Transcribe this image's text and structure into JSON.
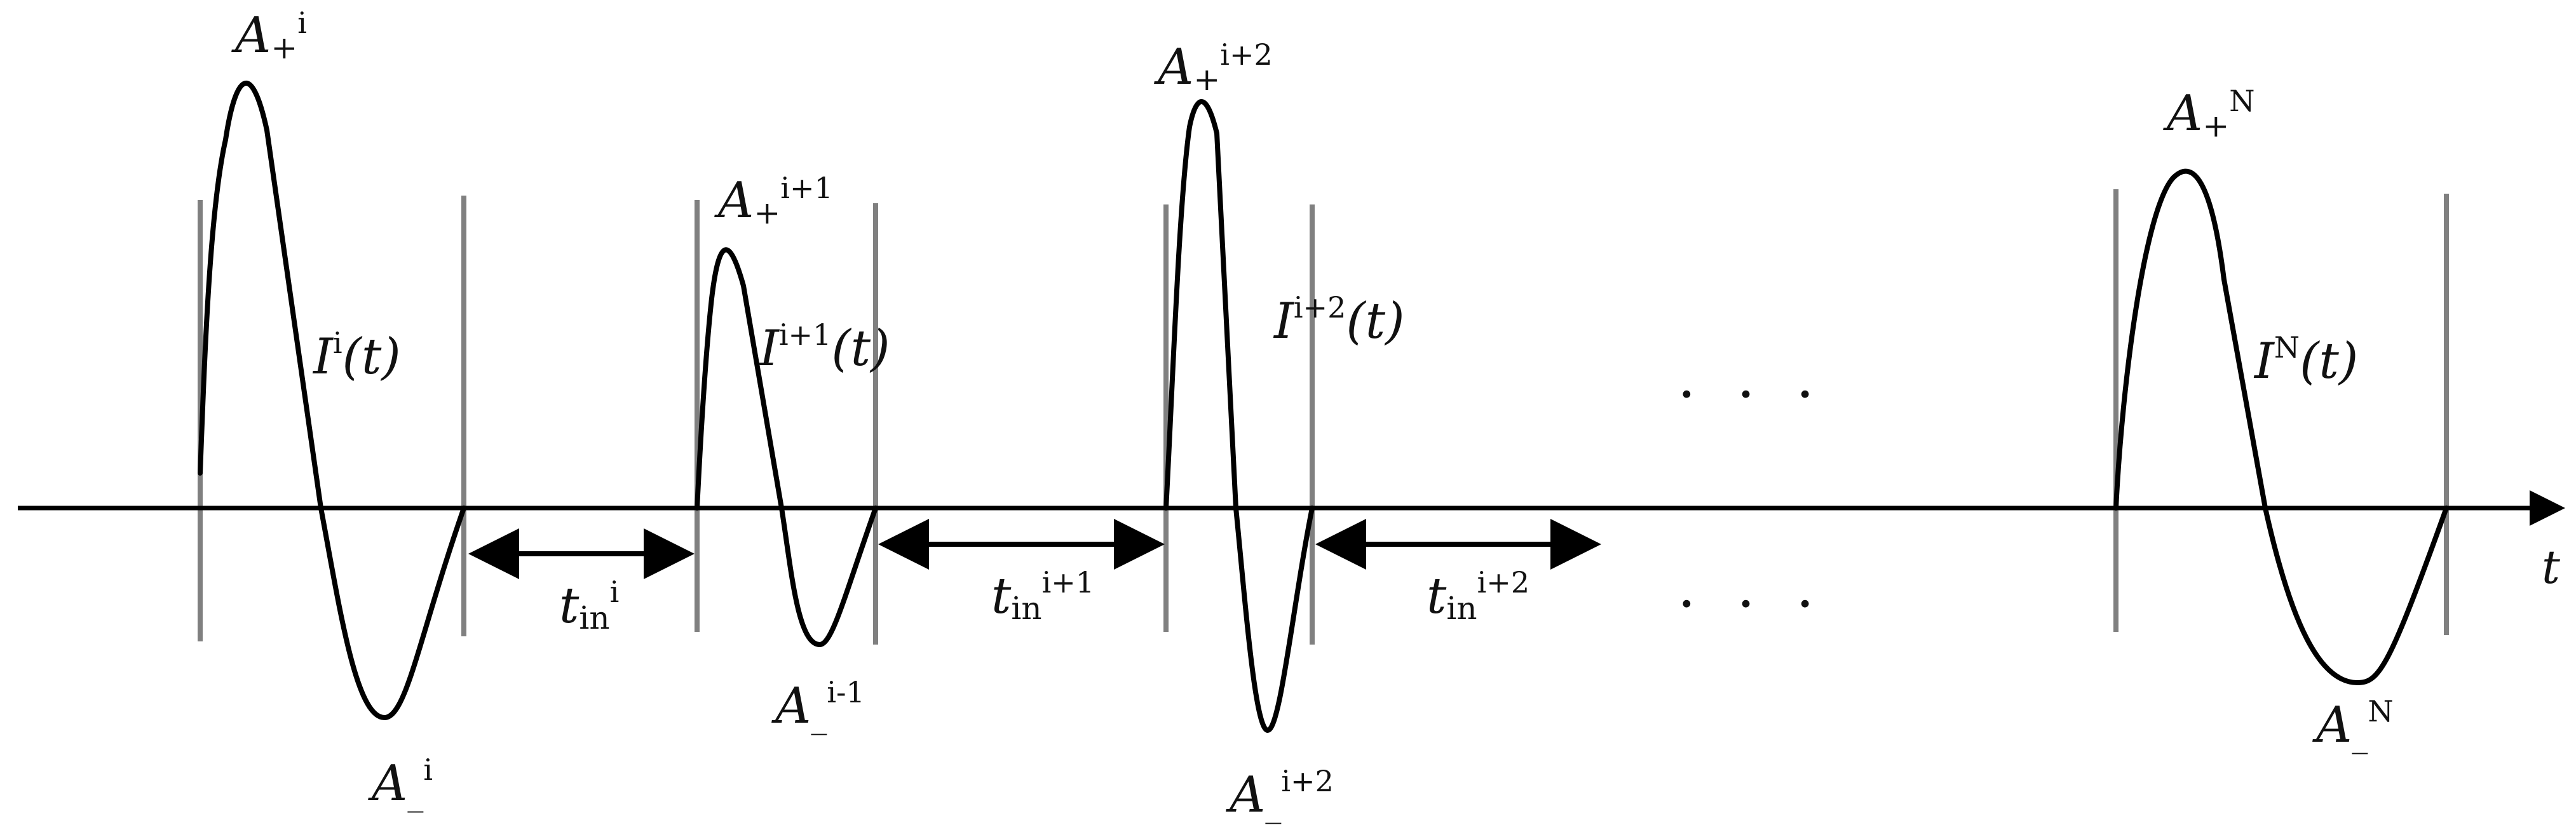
{
  "axis": {
    "t_label": "t"
  },
  "pulses": [
    {
      "current_base": "I",
      "current_sup": "i",
      "current_arg": "(t)",
      "amp_plus_base": "A",
      "amp_plus_sign": "+",
      "amp_plus_sup": "i",
      "amp_minus_base": "A",
      "amp_minus_sign": "_",
      "amp_minus_sup": "i"
    },
    {
      "current_base": "I",
      "current_sup": "i+1",
      "current_arg": "(t)",
      "amp_plus_base": "A",
      "amp_plus_sign": "+",
      "amp_plus_sup": "i+1",
      "amp_minus_base": "A",
      "amp_minus_sign": "_",
      "amp_minus_sup": "i-1"
    },
    {
      "current_base": "I",
      "current_sup": "i+2",
      "current_arg": "(t)",
      "amp_plus_base": "A",
      "amp_plus_sign": "+",
      "amp_plus_sup": "i+2",
      "amp_minus_base": "A",
      "amp_minus_sign": "_",
      "amp_minus_sup": "i+2"
    },
    {
      "current_base": "I",
      "current_sup": "N",
      "current_arg": "(t)",
      "amp_plus_base": "A",
      "amp_plus_sign": "+",
      "amp_plus_sup": "N",
      "amp_minus_base": "A",
      "amp_minus_sign": "_",
      "amp_minus_sup": "N"
    }
  ],
  "intervals": [
    {
      "base": "t",
      "sub": "in",
      "sup": "i"
    },
    {
      "base": "t",
      "sub": "in",
      "sup": "i+1"
    },
    {
      "base": "t",
      "sub": "in",
      "sup": "i+2"
    }
  ],
  "ellipsis": {
    "upper": ". . .",
    "lower": ". . ."
  }
}
